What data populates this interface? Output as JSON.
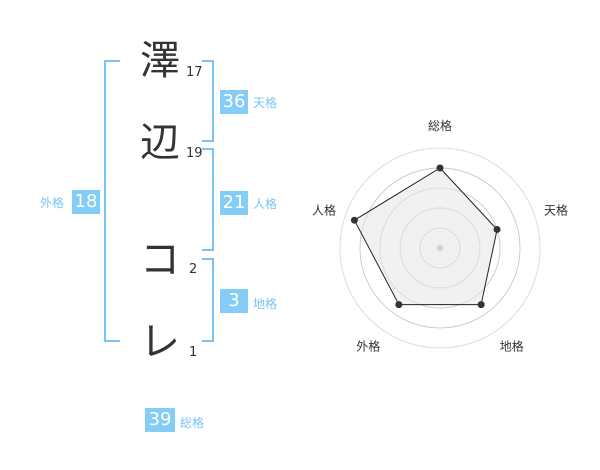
{
  "name": {
    "chars": [
      {
        "char": "澤",
        "strokes": "17"
      },
      {
        "char": "辺",
        "strokes": "19"
      },
      {
        "char": "コ",
        "strokes": "2"
      },
      {
        "char": "レ",
        "strokes": "1"
      }
    ]
  },
  "kaku": {
    "ten": {
      "value": "36",
      "label": "天格"
    },
    "jin": {
      "value": "21",
      "label": "人格"
    },
    "chi": {
      "value": "3",
      "label": "地格"
    },
    "gai": {
      "value": "18",
      "label": "外格"
    },
    "so": {
      "value": "39",
      "label": "総格"
    }
  },
  "colors": {
    "accent": "#7ac4f5",
    "box": "#84cdf7",
    "text": "#333333"
  },
  "chart_data": {
    "type": "radar",
    "axes": [
      "総格",
      "天格",
      "地格",
      "外格",
      "人格"
    ],
    "values": [
      4,
      3,
      3.5,
      3.5,
      4.5
    ],
    "rlim": [
      0,
      5
    ],
    "grid": true
  }
}
